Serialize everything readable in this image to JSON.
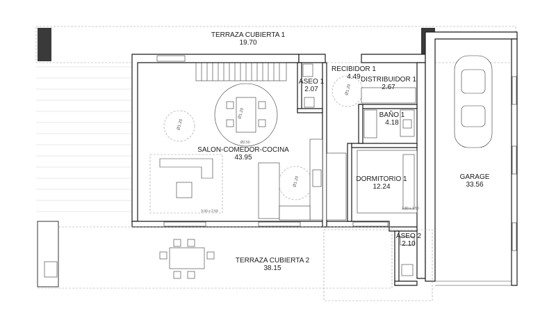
{
  "rooms": {
    "terraza1": {
      "name": "TERRAZA CUBIERTA 1",
      "area": "19.70"
    },
    "recibidor": {
      "name": "RECIBIDOR 1",
      "area": "4.49"
    },
    "aseo1": {
      "name": "ASEO 1",
      "area": "2.07"
    },
    "distribuidor": {
      "name": "DISTRIBUIDOR 1",
      "area": "2.67"
    },
    "bano": {
      "name": "BAÑO 1",
      "area": "4.18"
    },
    "salon": {
      "name": "SALON-COMEDOR-COCINA",
      "area": "43.95"
    },
    "dormitorio": {
      "name": "DORMITORIO 1",
      "area": "12.24"
    },
    "garage": {
      "name": "GARAGE",
      "area": "33.56"
    },
    "aseo2": {
      "name": "ASEO 2",
      "area": "2.10"
    },
    "terraza2": {
      "name": "TERRAZA CUBIERTA 2",
      "area": "38.15"
    }
  },
  "dimensions": {
    "rug": "3.00 x 2.50",
    "wardrobe": "2.80 x 1.50",
    "table_circle": "Ø2.50"
  },
  "circles": {
    "turn1": "Ø1.20",
    "turn2": "Ø1.20",
    "turn3": "Ø1.20",
    "turn4": "Ø1.20"
  }
}
